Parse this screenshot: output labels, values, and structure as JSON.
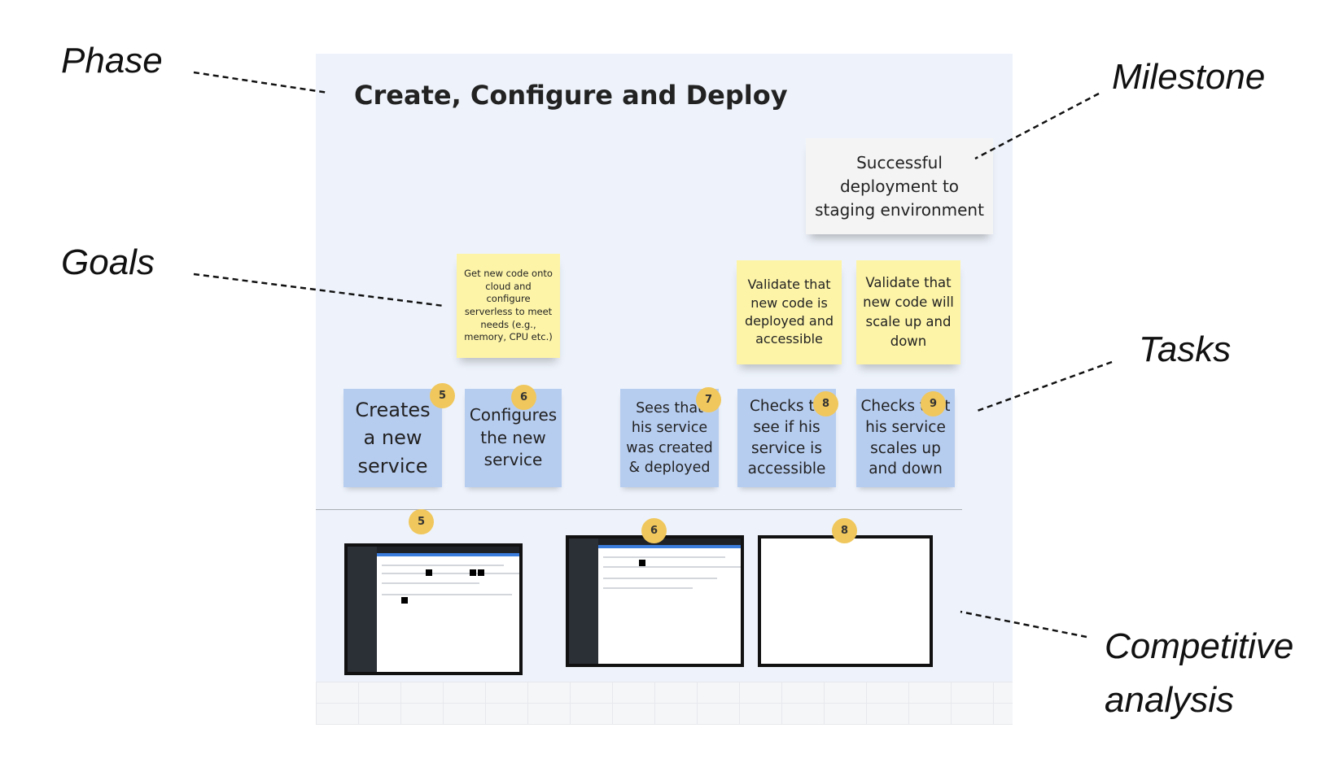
{
  "labels": {
    "phase": "Phase",
    "goals": "Goals",
    "milestone": "Milestone",
    "tasks": "Tasks",
    "competitive_line1": "Competitive",
    "competitive_line2": "analysis"
  },
  "phase_title": "Create, Configure and Deploy",
  "milestone": "Successful deployment to staging environment",
  "goals": [
    "Get new code  onto cloud and configure serverless to meet needs (e.g., memory, CPU etc.)",
    "Validate that new code is deployed and accessible",
    "Validate that new code will scale up and down"
  ],
  "tasks": [
    {
      "text": "Creates a new service",
      "badge": "5"
    },
    {
      "text": "Configures the new service",
      "badge": "6"
    },
    {
      "text": "Sees that his service was created & deployed",
      "badge": "7"
    },
    {
      "text": "Checks to see if his service is accessible",
      "badge": "8"
    },
    {
      "text": "Checks that his service scales up and down",
      "badge": "9"
    }
  ],
  "screenshots": [
    {
      "badge": "5"
    },
    {
      "badge": "6"
    },
    {
      "badge": "8"
    }
  ],
  "colors": {
    "board": "#eef3fb",
    "sticky_yellow": "#fdf4a8",
    "sticky_blue": "#b7cdf0",
    "badge": "#f0c75c"
  }
}
